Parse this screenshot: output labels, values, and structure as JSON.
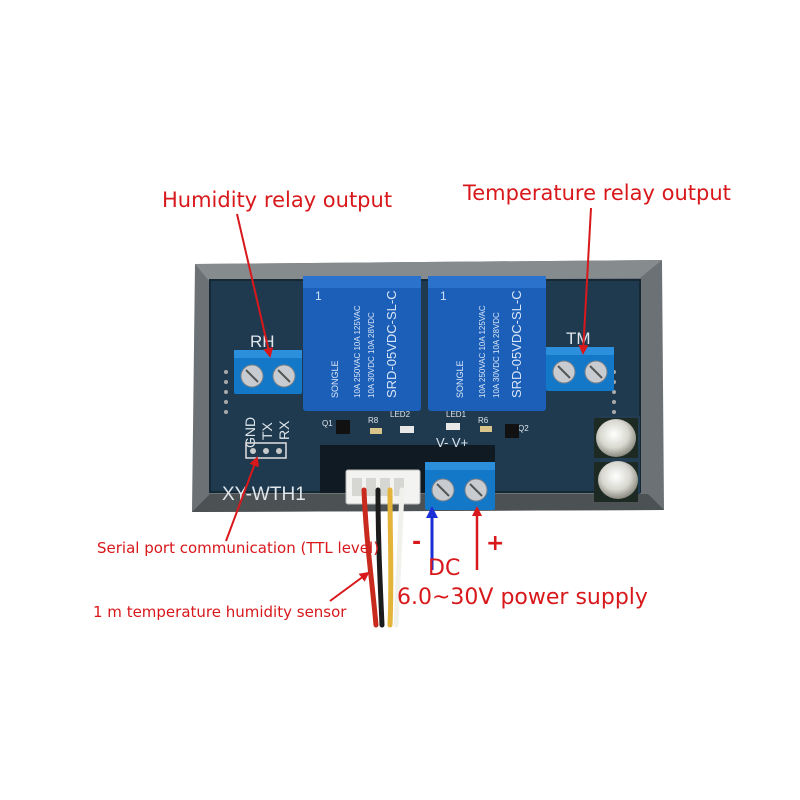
{
  "callouts": {
    "humidity_relay": "Humidity relay output",
    "temperature_relay": "Temperature relay output",
    "serial_port": "Serial port communication (TTL level)",
    "sensor": "1 m temperature humidity sensor",
    "minus": "-",
    "plus": "+",
    "dc": "DC",
    "voltage_range": "6.0~30V power supply"
  },
  "board": {
    "model": "XY-WTH1",
    "rh_label": "RH",
    "tm_label": "TM",
    "pins": [
      "GND",
      "TX",
      "RX"
    ],
    "power_pins": "V- V+",
    "q1": "Q1",
    "q2": "Q2",
    "r8": "R8",
    "r6": "R6",
    "led1": "LED1",
    "led2": "LED2",
    "relay_brand": "SONGLE",
    "relay_model": "SRD-05VDC-SL-C",
    "relay_rating_1": "10A 250VAC 10A 125VAC",
    "relay_rating_2": "10A 30VDC 10A 28VDC",
    "relay_num": "1"
  },
  "colors": {
    "callout_red": "#d8181b",
    "arrow_blue": "#1a2fd6",
    "pcb": "#1f3a4f",
    "relay_blue": "#1c5fb8",
    "terminal_blue": "#1478c8",
    "housing": "#5e6468"
  }
}
